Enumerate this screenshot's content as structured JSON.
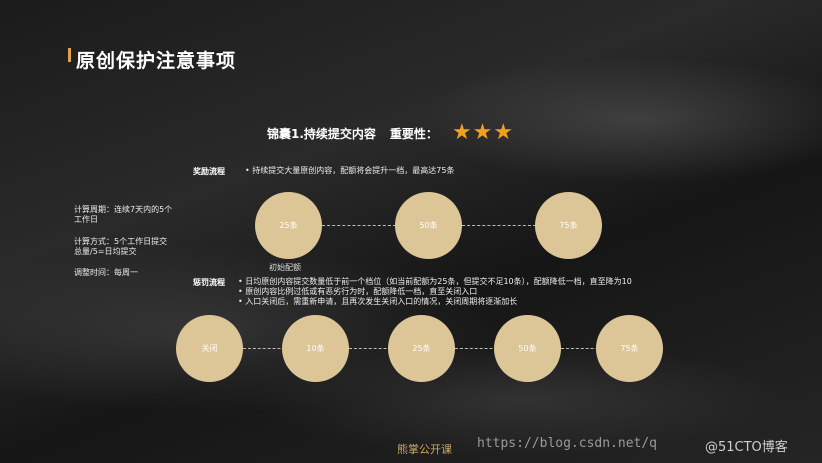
{
  "slide": {
    "title": "原创保护注意事项",
    "tip_title": "锦囊1.持续提交内容",
    "importance_label": "重要性：",
    "stars": "★★★"
  },
  "reward": {
    "label": "奖励流程",
    "bullet": "•  持续提交大量原创内容，配额将会提升一档，最高达75条",
    "circles": [
      "25条",
      "50条",
      "75条"
    ],
    "caption": "初始配额"
  },
  "side_notes": [
    "计算周期：连续7天内的5个工作日",
    "计算方式：5个工作日提交总量/5=日均提交",
    "调整时间：每周一"
  ],
  "penalty": {
    "label": "惩罚流程",
    "bullets": [
      "•  日均原创内容提交数量低于前一个档位（如当前配额为25条，但提交不足10条），配额降低一档，直至降为10",
      "•  原创内容比例过低或有恶劣行为时，配额降低一档，直至关闭入口",
      "•  入口关闭后，需重新申请，且再次发生关闭入口的情况，关闭周期将逐渐加长"
    ],
    "circles": [
      "关闭",
      "10条",
      "25条",
      "50条",
      "75条"
    ]
  },
  "footer": {
    "logo": "熊掌公开课",
    "watermark_url": "https://blog.csdn.net/q",
    "watermark_site": "@51CTO博客"
  }
}
